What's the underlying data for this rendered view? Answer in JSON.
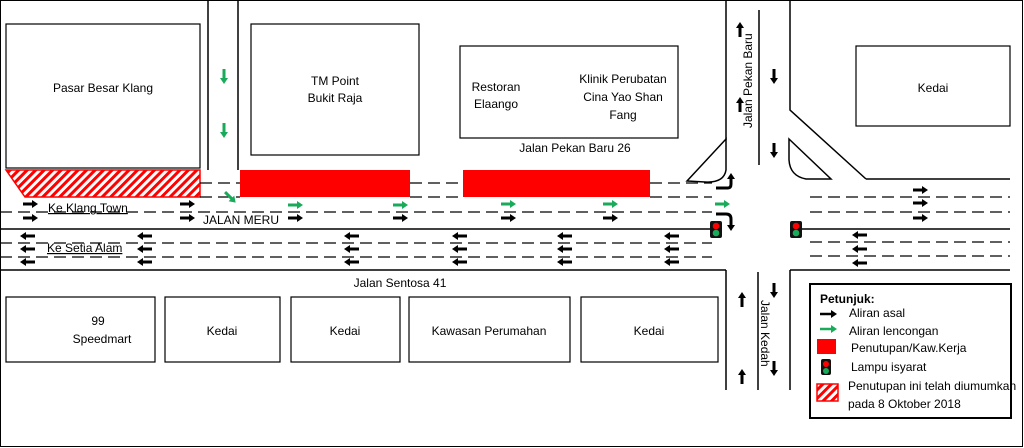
{
  "buildings": {
    "pasar": "Pasar Besar Klang",
    "tm_1": "TM Point",
    "tm_2": "Bukit Raja",
    "restoran_1": "Restoran",
    "restoran_2": "Elaango",
    "klinik_1": "Klinik Perubatan",
    "klinik_2": "Cina Yao Shan",
    "klinik_3": "Fang",
    "kedai_top": "Kedai",
    "speedmart_1": "99",
    "speedmart_2": "Speedmart",
    "kedai_1": "Kedai",
    "kedai_2": "Kedai",
    "perumahan": "Kawasan Perumahan",
    "kedai_3": "Kedai"
  },
  "roads": {
    "pekan_baru_26": "Jalan Pekan Baru 26",
    "ke_klang": "Ke Klang Town",
    "meru": "JALAN MERU",
    "ke_setia": "Ke Setia Alam",
    "sentosa": "Jalan Sentosa 41",
    "pekan_baru": "Jalan Pekan Baru",
    "kedah": "Jalan Kedah"
  },
  "legend": {
    "title": "Petunjuk:",
    "items": [
      "Aliran asal",
      "Aliran lencongan",
      "Penutupan/Kaw.Kerja",
      "Lampu isyarat"
    ],
    "note_1": "Penutupan ini telah diumumkan",
    "note_2": "pada 8 Oktober 2018"
  },
  "colors": {
    "closure": "#ff0000",
    "diversion": "#1aab5a",
    "flow": "#000000"
  }
}
